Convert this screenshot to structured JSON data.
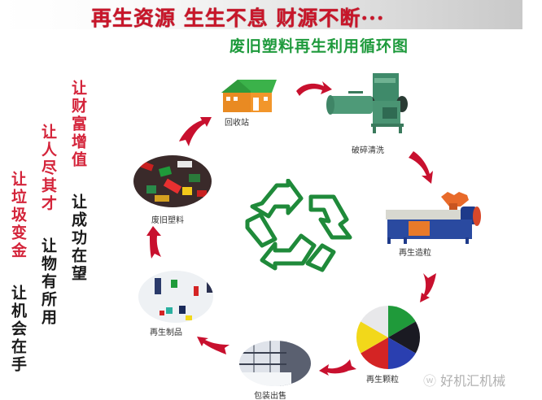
{
  "banner": {
    "headline": "再生资源  生生不息  财源不断···"
  },
  "diagram": {
    "title": "废旧塑料再生利用循环图",
    "center_icon": "recycle-icon",
    "steps": [
      {
        "label": "回收站",
        "icon": "house-icon"
      },
      {
        "label": "破碎清洗",
        "icon": "crusher-machine-icon"
      },
      {
        "label": "再生造粒",
        "icon": "pelletizer-machine-icon"
      },
      {
        "label": "再生颗粒",
        "icon": "color-pellets-icon"
      },
      {
        "label": "包装出售",
        "icon": "packaged-goods-icon"
      },
      {
        "label": "再生制品",
        "icon": "plastic-products-icon"
      },
      {
        "label": "废旧塑料",
        "icon": "waste-plastic-icon"
      }
    ]
  },
  "slogans": {
    "col1_red": "让财富增值",
    "col1_black": "让成功在望",
    "col2_red": "让人尽其才",
    "col2_black": "让物有所用",
    "col3_red": "让垃圾变金",
    "col3_black": "让机会在手"
  },
  "colors": {
    "headline_red": "#c8162a",
    "title_green": "#1e9a3c",
    "arrow_red": "#c8102e",
    "recycle_green": "#1f8a3a"
  },
  "watermark": {
    "text": "好机汇机械"
  }
}
